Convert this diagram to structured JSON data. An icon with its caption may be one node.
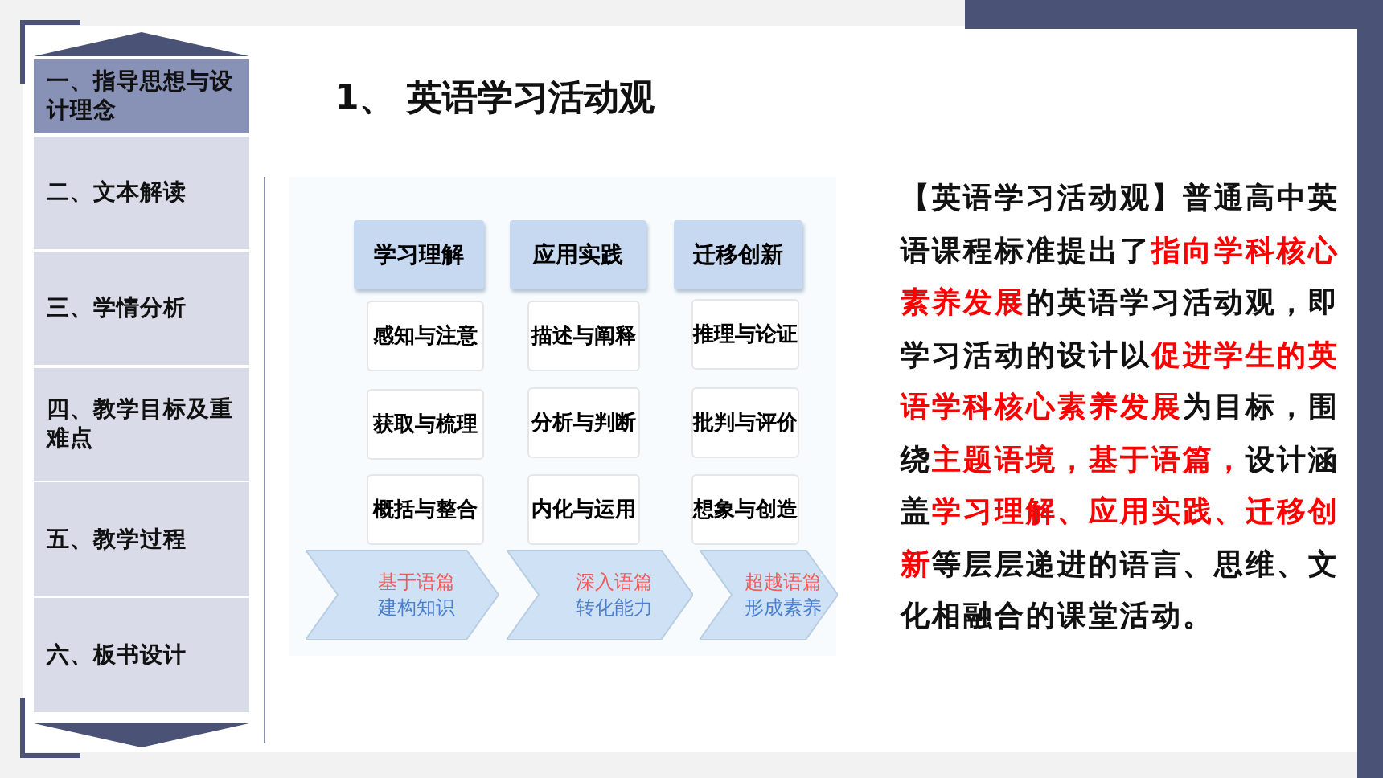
{
  "diagram": {
    "title": "1、 英语学习活动观",
    "nodes": [
      {
        "text": [
          "一、指导思想与设计理念"
        ]
      },
      {
        "text": [
          "二、文本解读"
        ]
      },
      {
        "text": [
          "三、学情分析"
        ]
      },
      {
        "text": [
          "四、教学目标及重难点"
        ]
      },
      {
        "text": [
          "五、教学过程"
        ]
      },
      {
        "text": [
          "六、板书设计"
        ]
      },
      {
        "text": [
          "学习理解"
        ]
      },
      {
        "text": [
          "应用实践"
        ]
      },
      {
        "text": [
          "迁移创新"
        ]
      },
      {
        "text": [
          "感知与注意"
        ]
      },
      {
        "text": [
          "描述与阐释"
        ]
      },
      {
        "text": [
          "推理与论证"
        ]
      },
      {
        "text": [
          "获取与梳理"
        ]
      },
      {
        "text": [
          "分析与判断"
        ]
      },
      {
        "text": [
          "批判与评价"
        ]
      },
      {
        "text": [
          "概括与整合"
        ]
      },
      {
        "text": [
          "内化与运用"
        ]
      },
      {
        "text": [
          "想象与创造"
        ]
      },
      {
        "text": [
          "基于语篇",
          "建构知识"
        ]
      },
      {
        "text": [
          "深入语篇",
          "转化能力"
        ]
      },
      {
        "text": [
          "超越语篇",
          "形成素养"
        ]
      }
    ],
    "edges": [],
    "labels": [
      "【英语学习活动观】普通高中英语课程标准提出了**指向学科核心素养发展**的英语学习活动观，即学习活动的设计以**促进学生的英语学科核心素养发展**为目标，围绕**主题语境，基于语篇，**设计涵盖**学习理解、应用实践、迁移创新**等层层递进的语言、思维、文化相融合的课堂活动。"
    ]
  }
}
